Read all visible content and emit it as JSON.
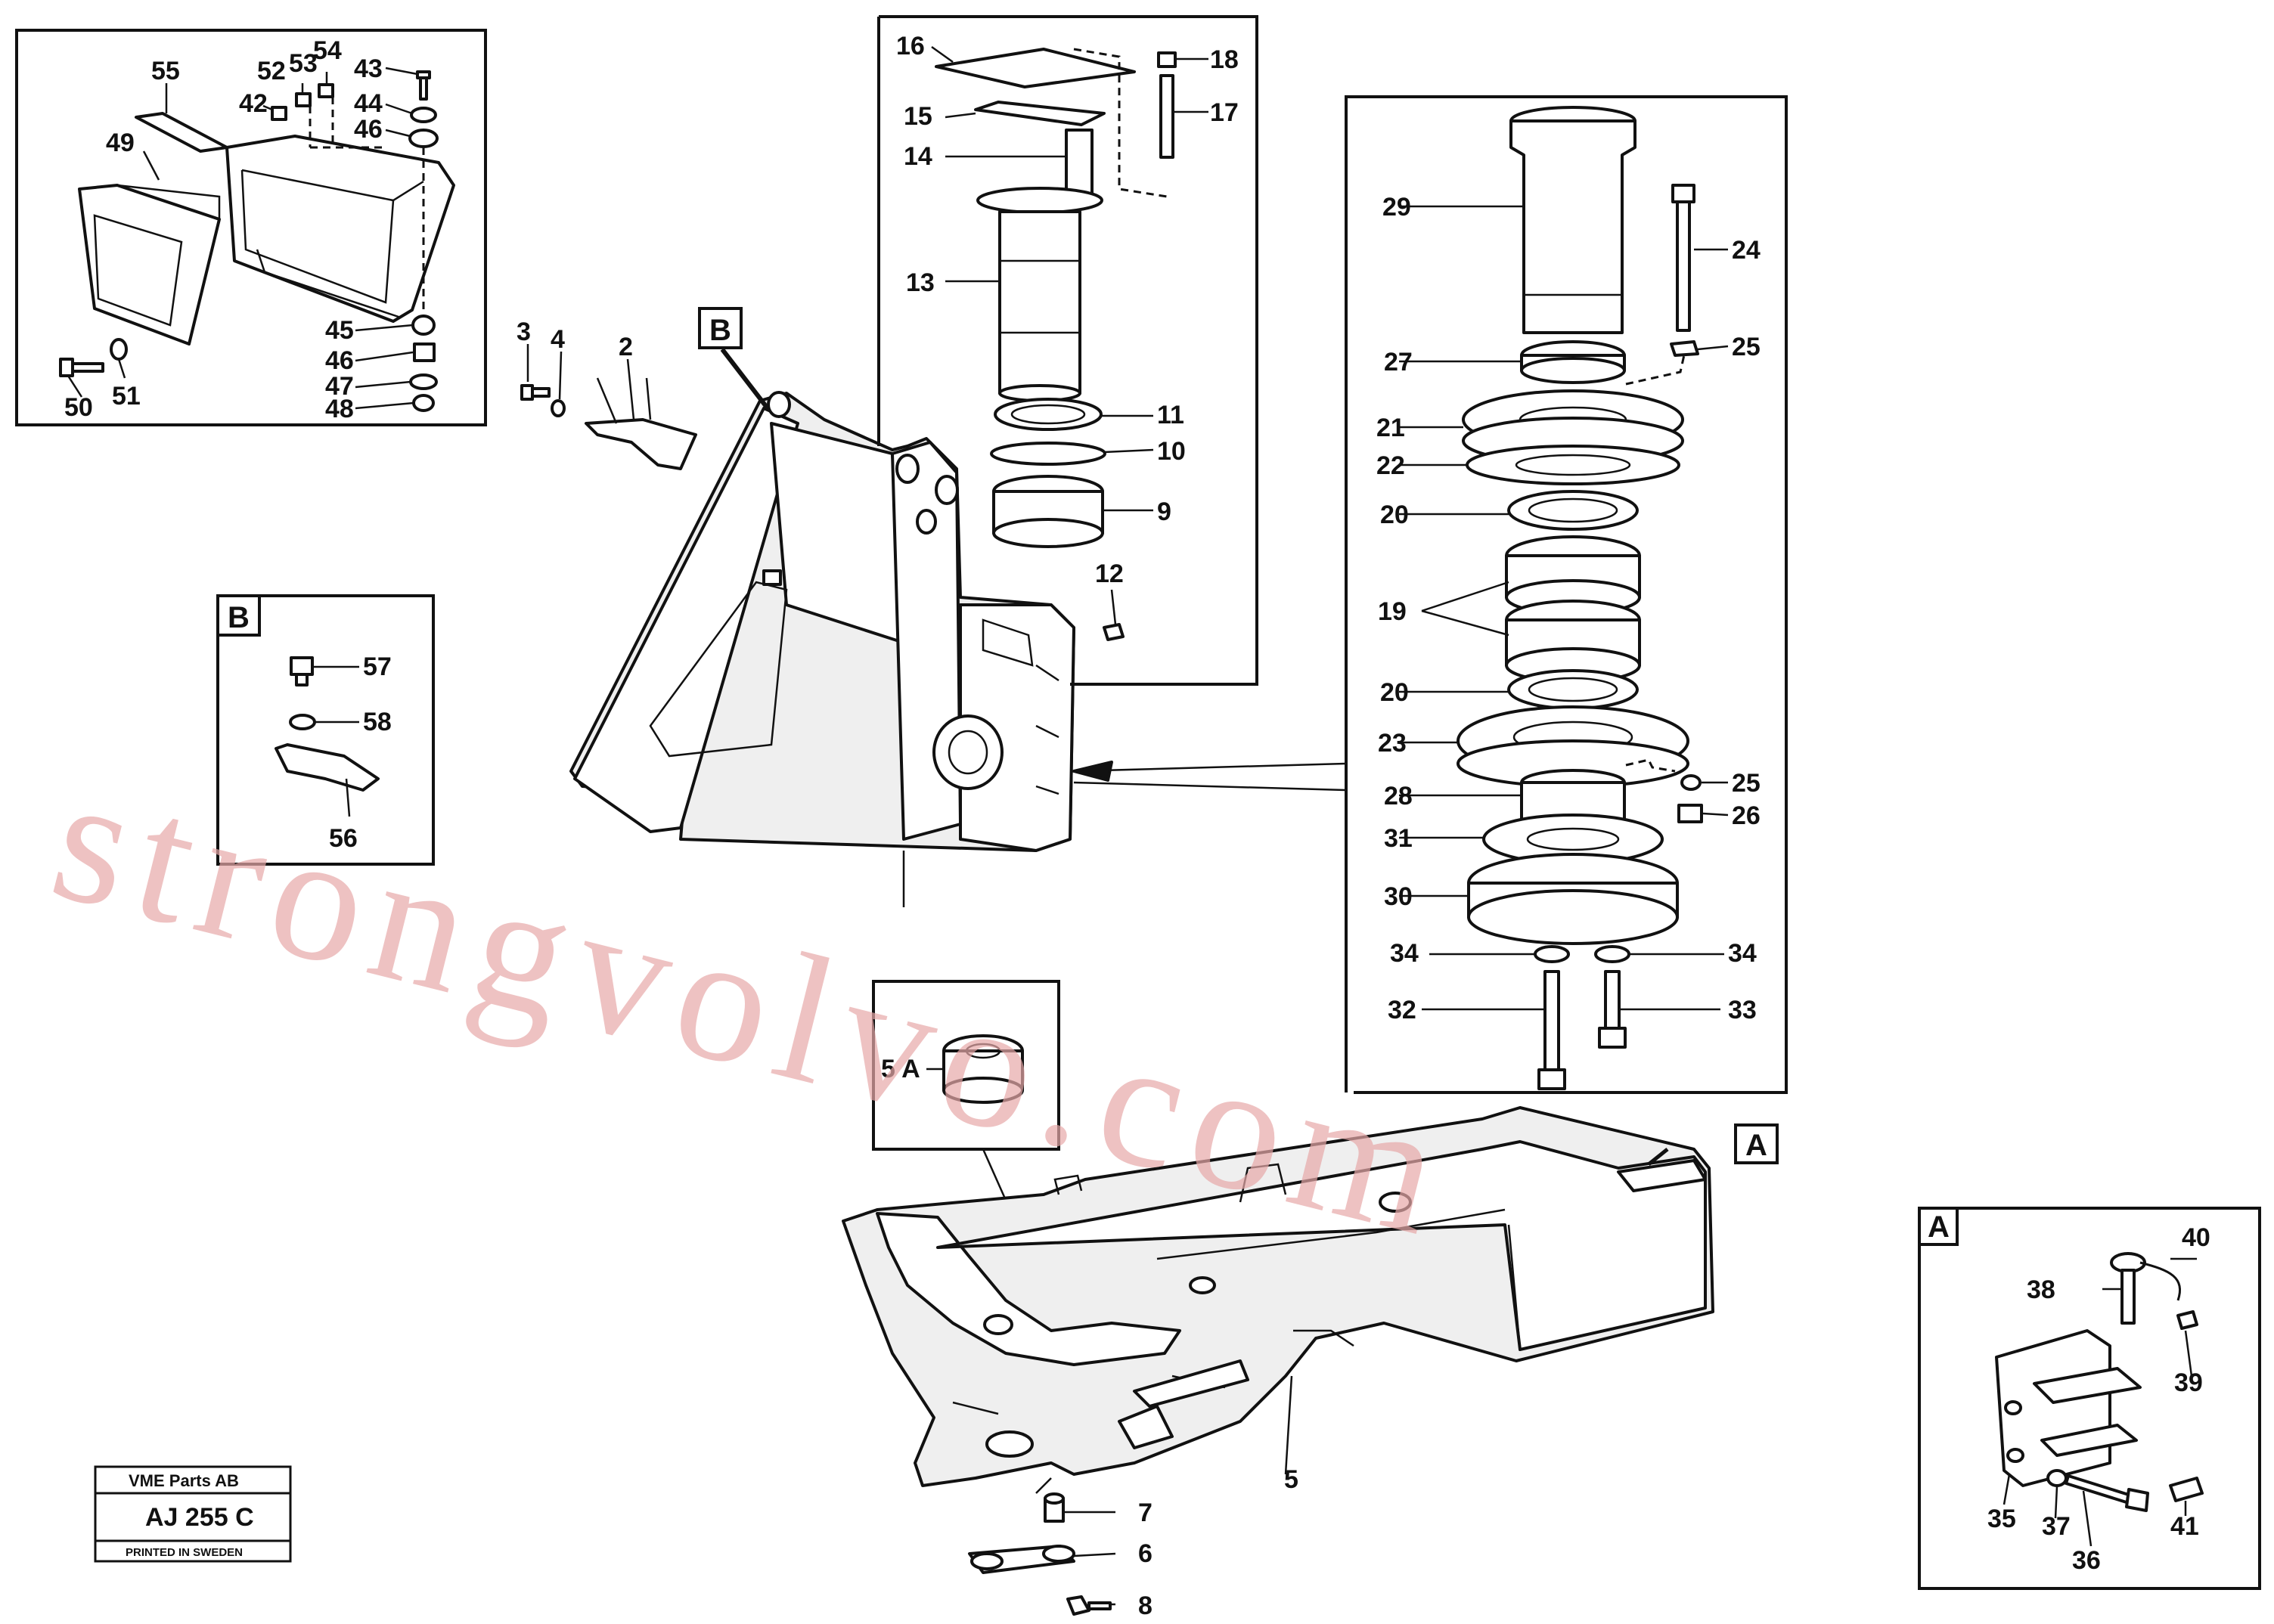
{
  "diagram": {
    "parts": {
      "p2": "2",
      "p3": "3",
      "p4": "4",
      "p5": "5",
      "p5a": "5 A",
      "p6": "6",
      "p7": "7",
      "p8": "8",
      "p9": "9",
      "p10": "10",
      "p11": "11",
      "p12": "12",
      "p13": "13",
      "p14": "14",
      "p15": "15",
      "p16": "16",
      "p17": "17",
      "p18": "18",
      "p19": "19",
      "p20a": "20",
      "p20b": "20",
      "p21": "21",
      "p22": "22",
      "p23": "23",
      "p24": "24",
      "p25a": "25",
      "p25b": "25",
      "p26": "26",
      "p27": "27",
      "p28": "28",
      "p29": "29",
      "p30": "30",
      "p31": "31",
      "p32": "32",
      "p33": "33",
      "p34a": "34",
      "p34b": "34",
      "p35": "35",
      "p36": "36",
      "p37": "37",
      "p38": "38",
      "p39": "39",
      "p40": "40",
      "p41": "41",
      "p42": "42",
      "p43": "43",
      "p44": "44",
      "p45": "45",
      "p46a": "46",
      "p46b": "46",
      "p47": "47",
      "p48": "48",
      "p49": "49",
      "p50": "50",
      "p51": "51",
      "p52": "52",
      "p53": "53",
      "p54": "54",
      "p55": "55",
      "p56": "56",
      "p57": "57",
      "p58": "58"
    },
    "callouts": {
      "b_main": "B",
      "b_detail": "B",
      "a_main": "A",
      "a_detail": "A"
    }
  },
  "stamp": {
    "company": "VME Parts AB",
    "code": "AJ 255 C",
    "printed": "PRINTED IN SWEDEN"
  },
  "watermark": "strongvolvo.com"
}
